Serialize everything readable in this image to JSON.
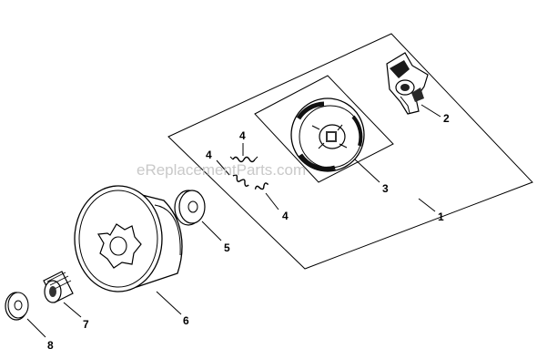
{
  "watermark": "eReplacementParts.com",
  "callouts": {
    "clutch_assembly": "1",
    "clutch_hub": "2",
    "clutch_shoe": "3",
    "spring_top": "4",
    "spring_lower_left": "4",
    "spring_lower_right": "4",
    "washer": "5",
    "sprocket_drum": "6",
    "needle_bearing": "7",
    "washer_small": "8"
  },
  "colors": {
    "ink": "#000000",
    "watermark": "#c9c9c9",
    "background": "#ffffff"
  }
}
